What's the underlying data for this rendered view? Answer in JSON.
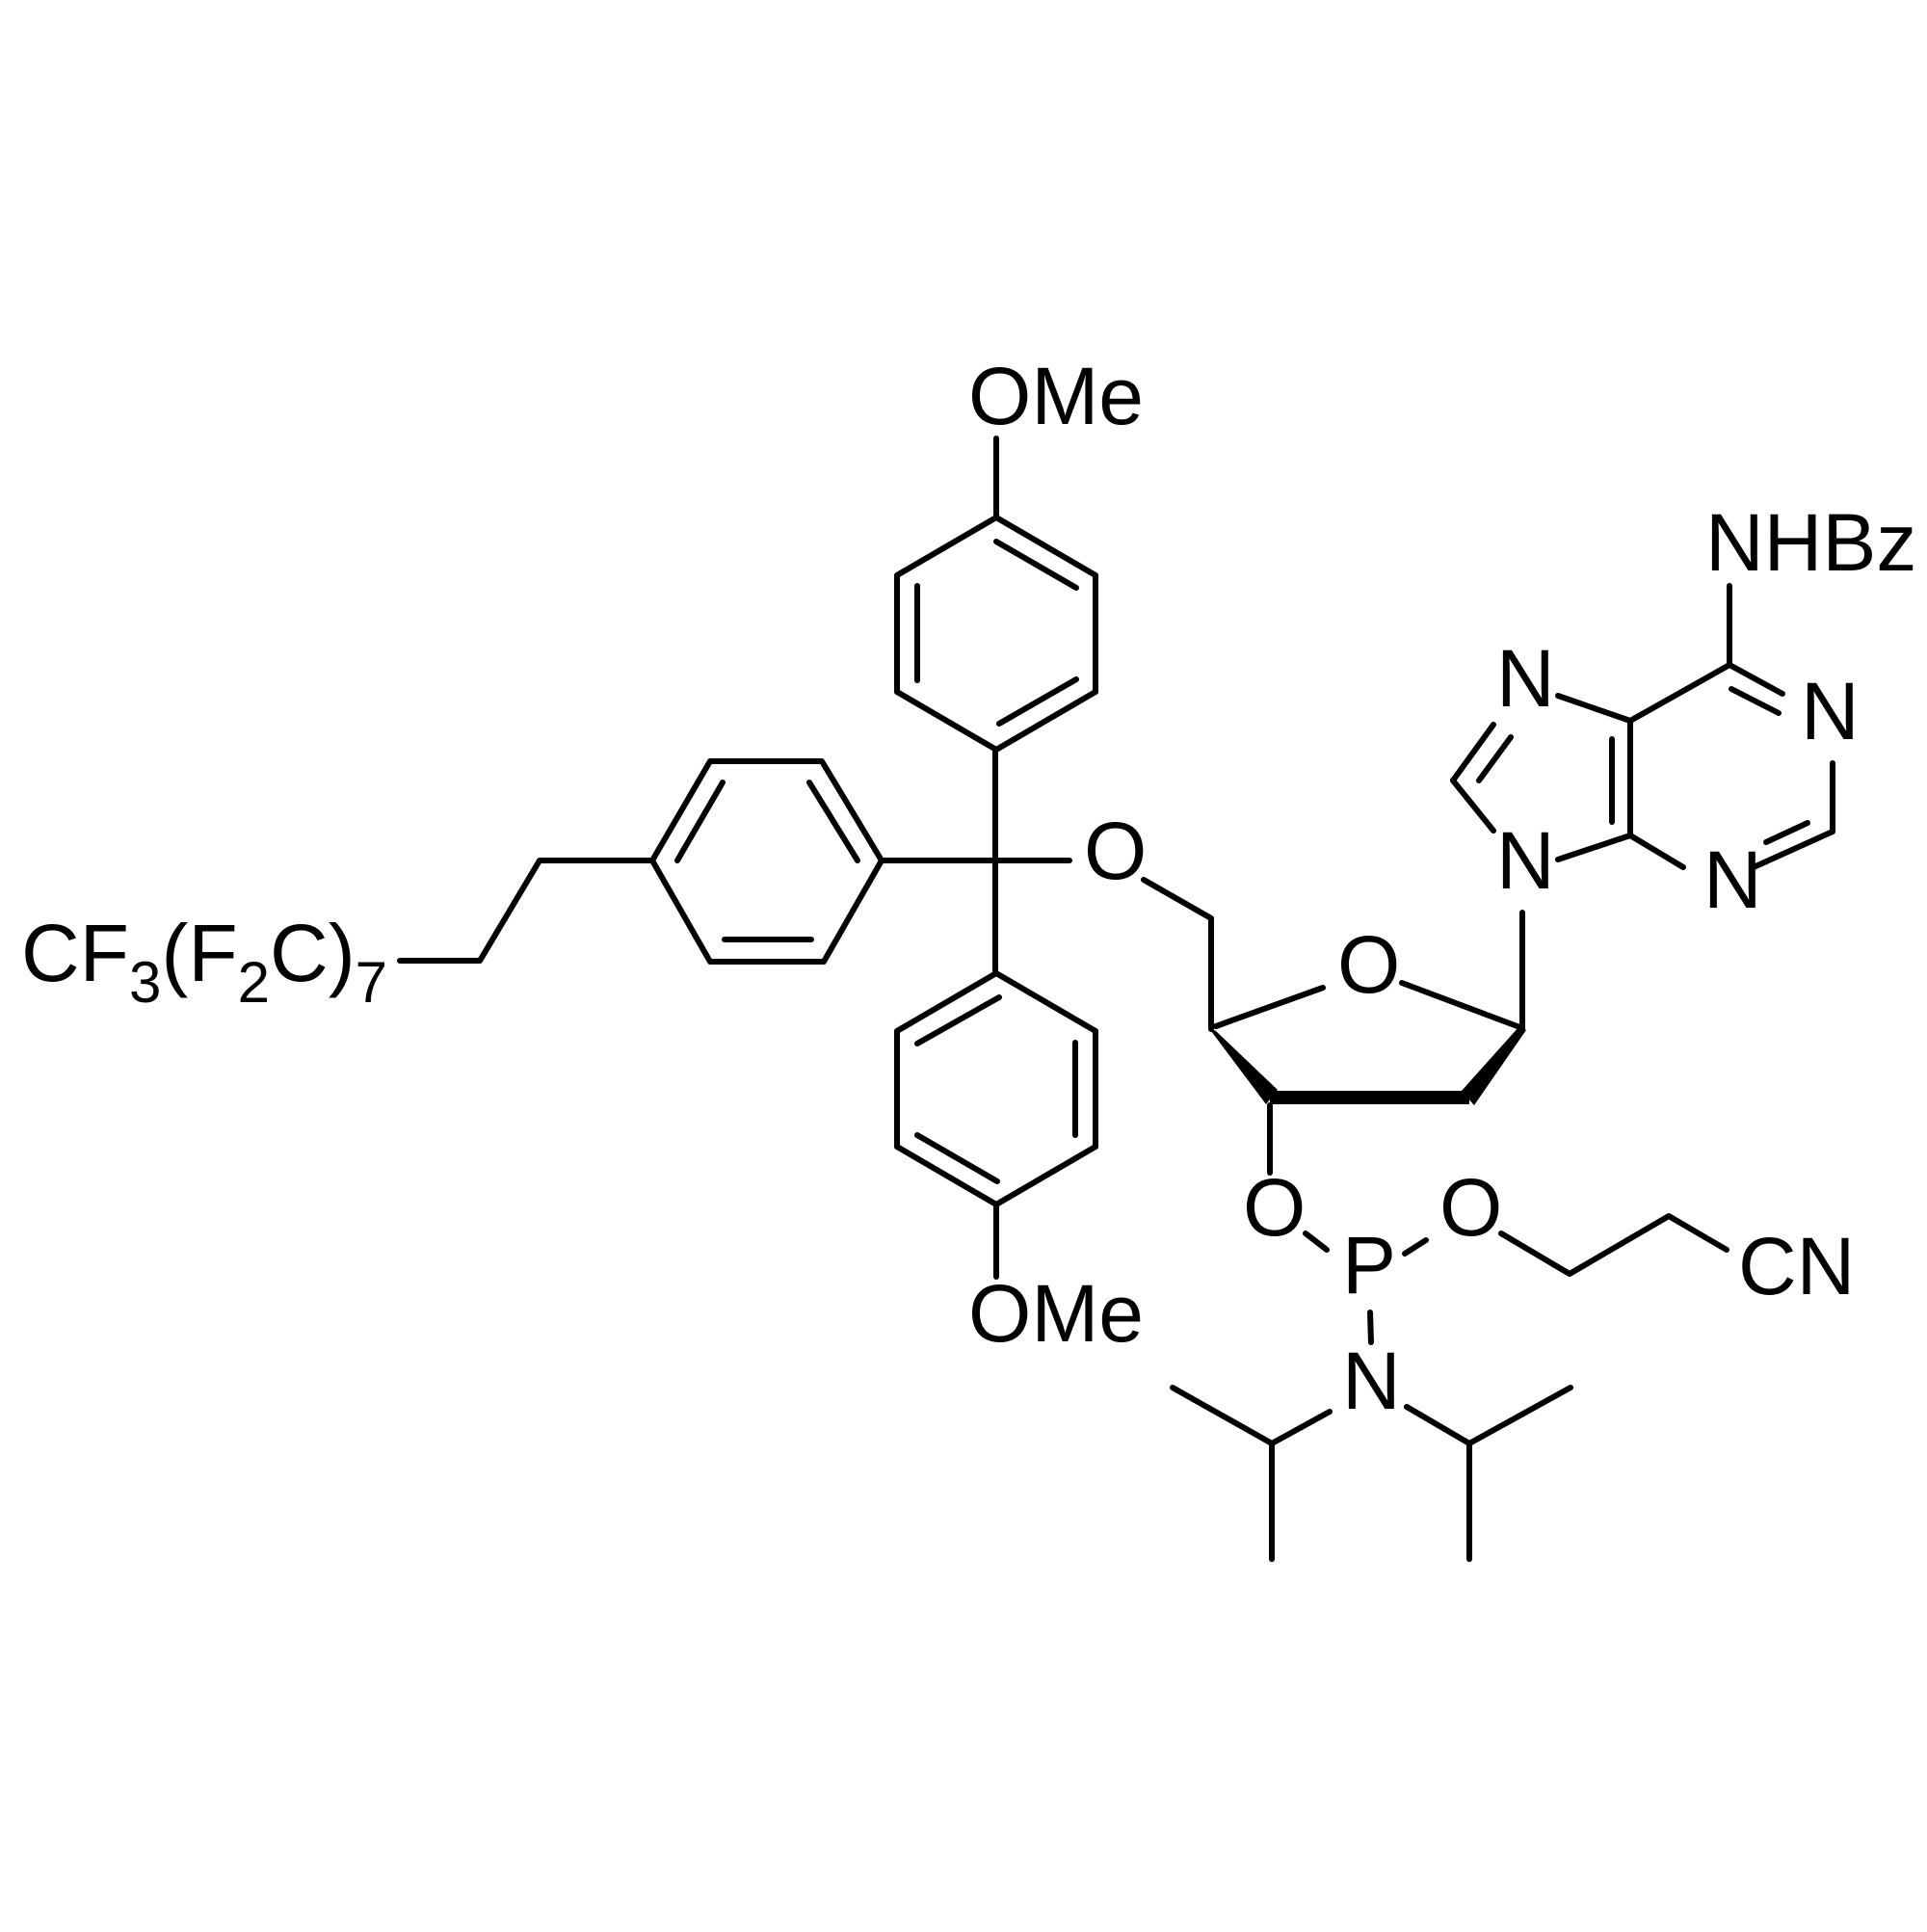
{
  "figure": {
    "type": "chemical-structure",
    "description": "5'-O-(fluorous DMT)-N6-benzoyl-2'-deoxyadenosine 3'-CE phosphoramidite",
    "background": "#ffffff",
    "stroke_color": "#000000"
  },
  "labels": {
    "fluorous_tail": {
      "main1": "CF",
      "sub1": "3",
      "main2": "(F",
      "sub2": "2",
      "main3": "C)",
      "sub3": "7"
    },
    "ome_top": "OMe",
    "ome_bottom": "OMe",
    "o5_prime": "O",
    "ring_oxygen": "O",
    "o3_prime": "O",
    "phosphorus": "P",
    "o_cyanoethyl": "O",
    "nitrile": "CN",
    "amine_n": "N",
    "nhbz": "NHBz",
    "purine_n7": "N",
    "purine_n1": "N",
    "purine_n3": "N",
    "purine_n9": "N"
  }
}
